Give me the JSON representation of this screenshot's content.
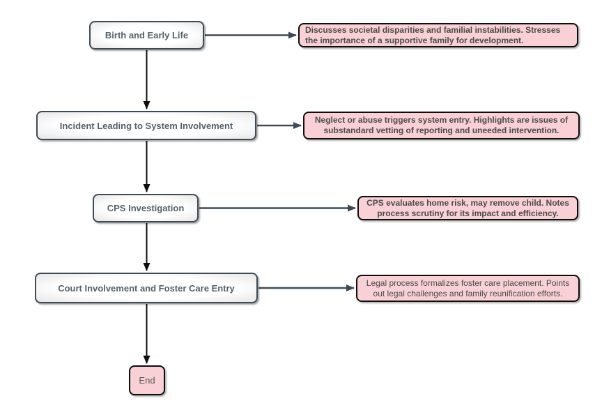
{
  "diagram": {
    "type": "flowchart",
    "background": "#ffffff"
  },
  "nodes": [
    {
      "id": "birth",
      "type": "process",
      "label": "Birth and Early Life"
    },
    {
      "id": "incident",
      "type": "process",
      "label": "Incident Leading to System Involvement"
    },
    {
      "id": "cps",
      "type": "process",
      "label": "CPS Investigation"
    },
    {
      "id": "court",
      "type": "process",
      "label": "Court Involvement and Foster Care Entry"
    },
    {
      "id": "end",
      "type": "terminator",
      "label": "End"
    }
  ],
  "annotations": [
    {
      "for": "birth",
      "text": "Discusses societal disparities and familial instabilities. Stresses the importance of a supportive family for development."
    },
    {
      "for": "incident",
      "text": "Neglect or abuse triggers system entry. Highlights are issues of substandard vetting of reporting and uneeded intervention."
    },
    {
      "for": "cps",
      "text": "CPS evaluates home risk, may remove child. Notes process scrutiny for its impact and efficiency."
    },
    {
      "for": "court",
      "text": "Legal process formalizes foster care placement. Points out legal challenges and family reunification efforts."
    }
  ],
  "edges": [
    {
      "from": "birth",
      "to": "incident",
      "style": "vertical-black-arrow"
    },
    {
      "from": "incident",
      "to": "cps",
      "style": "vertical-black-arrow"
    },
    {
      "from": "cps",
      "to": "court",
      "style": "vertical-black-arrow"
    },
    {
      "from": "court",
      "to": "end",
      "style": "vertical-black-arrow"
    },
    {
      "from": "birth",
      "to": "annotation-birth",
      "style": "horizontal-slate-arrow"
    },
    {
      "from": "incident",
      "to": "annotation-incident",
      "style": "horizontal-slate-arrow"
    },
    {
      "from": "cps",
      "to": "annotation-cps",
      "style": "horizontal-slate-arrow"
    },
    {
      "from": "court",
      "to": "annotation-court",
      "style": "horizontal-slate-arrow"
    }
  ],
  "colors": {
    "process_border": "#3e4a56",
    "process_fill_center": "#ffffff",
    "process_fill_edge": "#e6e6e6",
    "process_text": "#56606c",
    "note_fill": "#f9d0d5",
    "note_border": "#0d0d0d",
    "note_text": "#4a4a4a",
    "vertical_arrow": "#0d0d0d",
    "horizontal_arrow": "#3e4a56"
  }
}
